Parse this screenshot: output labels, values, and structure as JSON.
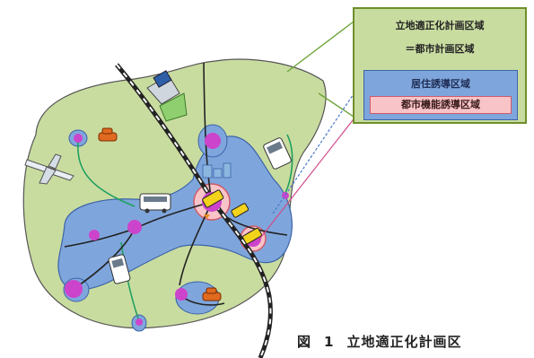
{
  "legend": {
    "line1": "立地適正化計画区域",
    "line2": "＝都市計画区域",
    "residential": "居住誘導区域",
    "urban_function": "都市機能誘導区域"
  },
  "caption": {
    "fig_label": "図",
    "fig_number": "1",
    "title": "立地適正化計画区"
  },
  "colors": {
    "planning_area": "#c9dca0",
    "residential_area": "#7fa6dc",
    "urban_function_area": "#f8c4c8",
    "hub": "#cc44cc",
    "railway": "#222222"
  }
}
